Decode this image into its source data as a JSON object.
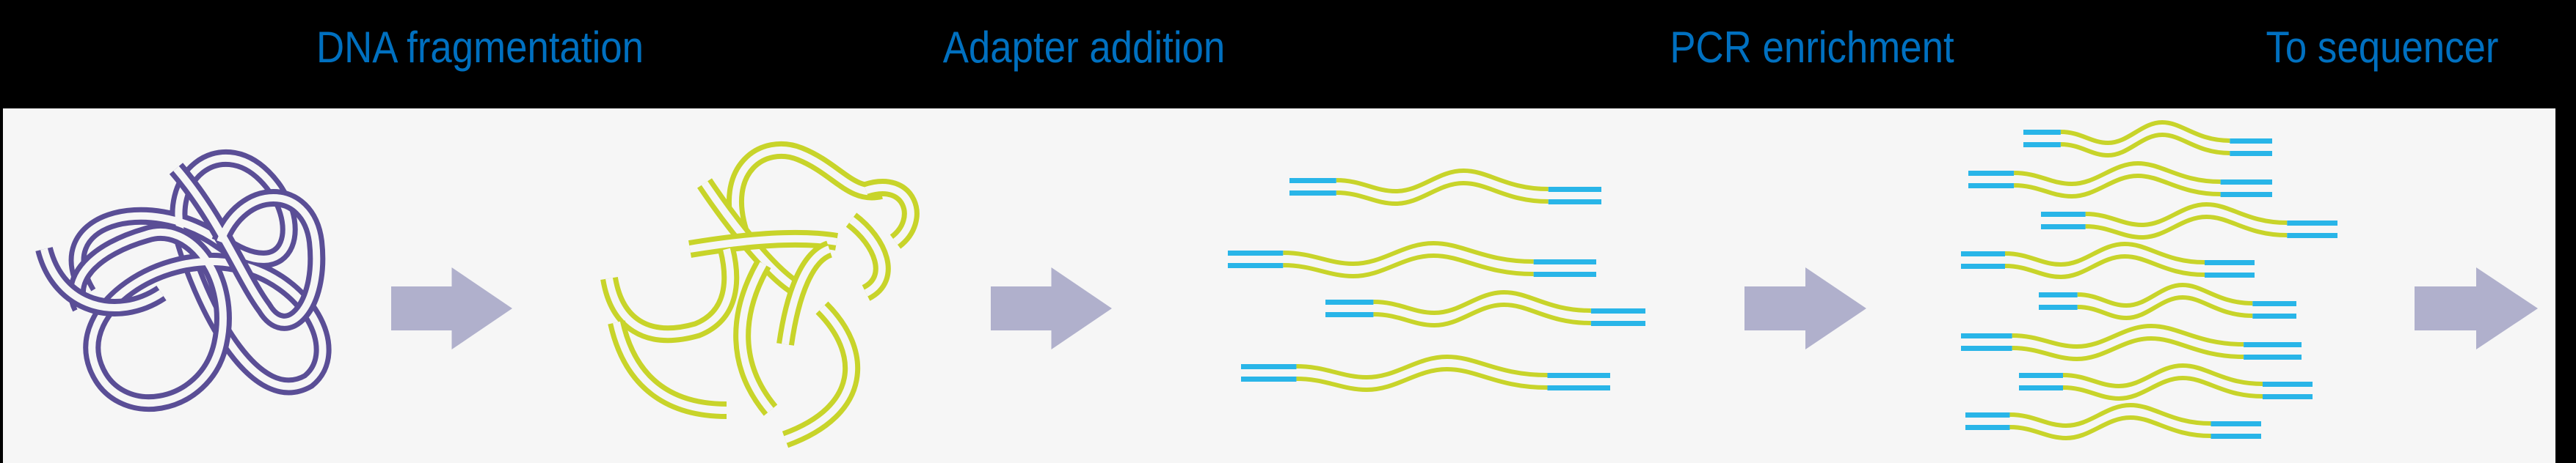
{
  "steps": [
    {
      "label": "DNA fragmentation"
    },
    {
      "label": "Adapter addition"
    },
    {
      "label": "PCR enrichment"
    },
    {
      "label": "To sequencer"
    }
  ],
  "colors": {
    "label": "#0070C0",
    "dna": "#5a4e96",
    "fragment": "#c8d42a",
    "adapter": "#29b5e8",
    "arrow": "#b0b0cc",
    "panel": "#f6f6f6"
  }
}
